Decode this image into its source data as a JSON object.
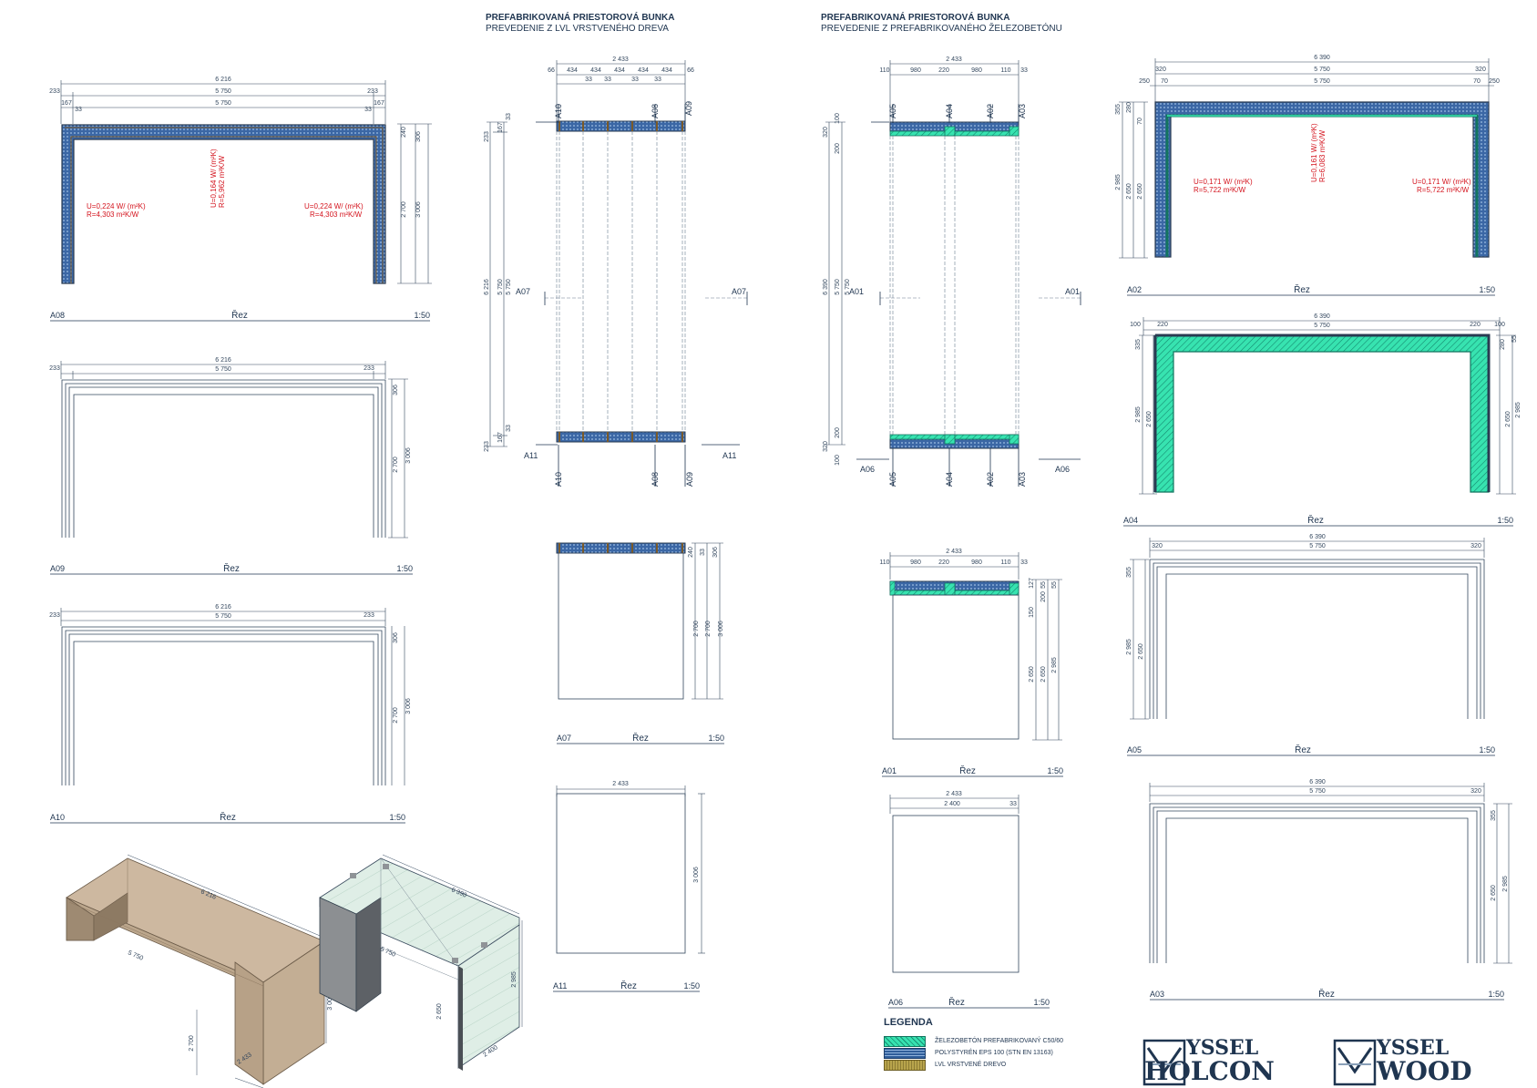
{
  "headers": {
    "lvl": {
      "title": "PREFABRIKOVANÁ PRIESTOROVÁ BUNKA",
      "subtitle": "PREVEDENIE Z LVL VRSTVENÉHO DREVA"
    },
    "concrete": {
      "title": "PREFABRIKOVANÁ PRIESTOROVÁ BUNKA",
      "subtitle": "PREVEDENIE Z PREFABRIKOVANÉHO ŽELEZOBETÓNU"
    }
  },
  "sections": {
    "a08": {
      "id": "A08",
      "name": "Řez",
      "scale": "1:50"
    },
    "a09": {
      "id": "A09",
      "name": "Řez",
      "scale": "1:50"
    },
    "a10": {
      "id": "A10",
      "name": "Řez",
      "scale": "1:50"
    },
    "a07": {
      "id": "A07",
      "name": "Řez",
      "scale": "1:50"
    },
    "a11": {
      "id": "A11",
      "name": "Řez",
      "scale": "1:50"
    },
    "a01": {
      "id": "A01",
      "name": "Řez",
      "scale": "1:50"
    },
    "a06": {
      "id": "A06",
      "name": "Řez",
      "scale": "1:50"
    },
    "a02": {
      "id": "A02",
      "name": "Řez",
      "scale": "1:50"
    },
    "a04": {
      "id": "A04",
      "name": "Řez",
      "scale": "1:50"
    },
    "a05": {
      "id": "A05",
      "name": "Řez",
      "scale": "1:50"
    },
    "a03": {
      "id": "A03",
      "name": "Řez",
      "scale": "1:50"
    }
  },
  "dims": {
    "w6216": "6 216",
    "w5750": "5 750",
    "d233": "233",
    "d167": "167",
    "d33": "33",
    "d240": "240",
    "d306": "306",
    "h2700": "2 700",
    "h3006": "3 006",
    "w2433": "2 433",
    "d66": "66",
    "d434": "434",
    "d110": "110",
    "d980": "980",
    "d220": "220",
    "d320": "320",
    "d100": "100",
    "d200": "200",
    "d55": "55",
    "d127": "127",
    "h2650": "2 650",
    "h2985": "2 985",
    "w2400": "2 400",
    "w6390": "6 390",
    "d250": "250",
    "d70": "70",
    "d355": "355",
    "d335": "335",
    "d280": "280",
    "d150": "150"
  },
  "thermal": {
    "lvl_wall_u": "U=0,224 W/ (m²K)",
    "lvl_wall_r": "R=4,303 m²K/W",
    "lvl_roof_u": "U=0,164 W/ (m²K)",
    "lvl_roof_r": "R=5,962 m²K/W",
    "con_wall_u": "U=0,171 W/ (m²K)",
    "con_wall_r": "R=5,722 m²K/W",
    "con_roof_u": "U=0,161 W/ (m²K)",
    "con_roof_r": "R=6,083 m²K/W"
  },
  "legend": {
    "title": "LEGENDA",
    "items": [
      {
        "label": "ŽELEZOBETÓN PREFABRIKOVANÝ C50/60"
      },
      {
        "label": "POLYSTYRÉN EPS 100 (STN EN 13163)"
      },
      {
        "label": "LVL VRSTVENÉ DREVO"
      }
    ]
  },
  "logos": {
    "holcon": {
      "top": "YSSEL",
      "bottom": "HOLCON"
    },
    "wood": {
      "top": "YSSEL",
      "bottom": "WOOD"
    }
  },
  "colors": {
    "ink": "#1f3550",
    "concrete": "#37e3b0",
    "eps": "#2f5d9a",
    "lvl": "#b8a44c",
    "wood3d": "#cdb8a0",
    "red": "#d4141e"
  }
}
